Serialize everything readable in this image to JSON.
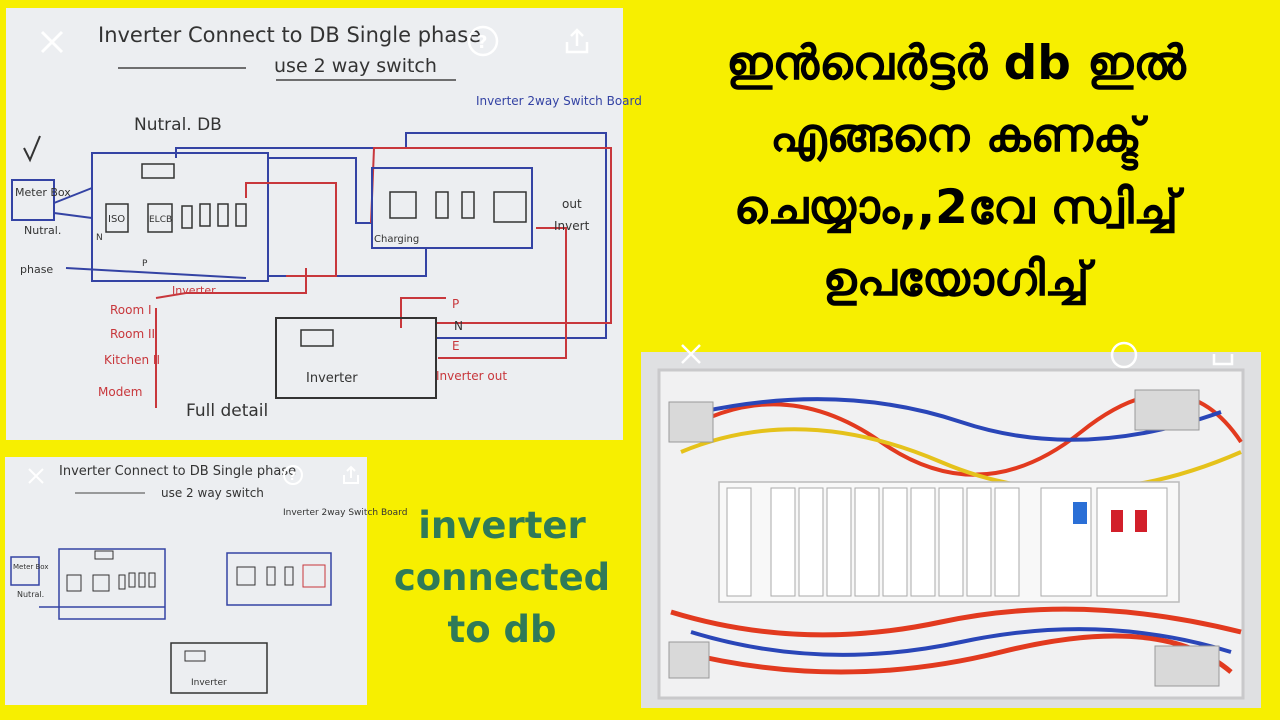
{
  "headline": {
    "line1": "ഇൻവെർട്ടർ db ഇൽ",
    "line2": "എങ്ങനെ കണക്ട്",
    "line3": "ചെയ്യാം,,2വേ സ്വിച്ച്",
    "line4": "ഉപയോഗിച്ച്"
  },
  "caption": {
    "line1": "inverter",
    "line2": "connected",
    "line3": "to db"
  },
  "diagram": {
    "title": "Inverter Connect to DB Single phase",
    "subtitle": "use 2 way switch",
    "db_label": "Nutral. DB",
    "meter_box": "Meter Box",
    "nutral": "Nutral.",
    "phase": "phase",
    "iso": "ISO",
    "elcb": "ELCB",
    "n": "N",
    "p": "P",
    "switch_board": "Inverter 2way Switch Board",
    "charging": "Charging",
    "out": "out",
    "invert": "Invert",
    "inverter_wire": "Inverter.",
    "room1": "Room I",
    "room2": "Room II",
    "kitchen": "Kitchen II",
    "modem": "Modem",
    "inverter_box": "Inverter",
    "inverter_out": "Inverter out",
    "full_detail": "Full detail",
    "pne_p": "P",
    "pne_n": "N",
    "pne_e": "E"
  },
  "icons": [
    "close-icon",
    "help-icon",
    "share-icon"
  ],
  "colors": {
    "background": "#f7ef00",
    "caption": "#2f7a58",
    "blue_wire": "#3443a4",
    "red_wire": "#c8373c"
  }
}
